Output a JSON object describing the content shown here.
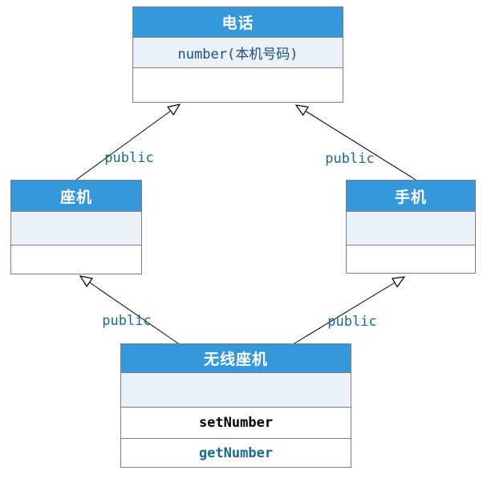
{
  "diagram": {
    "type": "uml-class-diagram",
    "colors": {
      "header_fill": "#3498db",
      "header_text": "#ffffff",
      "attribute_row_fill": "#eaf1f8",
      "method_row_fill": "#ffffff",
      "box_border": "#7f7f7f",
      "attribute_text": "#1f4e79",
      "method_text": "#000000",
      "secondary_method_text": "#1a6a8e",
      "relationship_label_text": "#1a6a8e",
      "edge_line": "#000000",
      "background": "#ffffff"
    },
    "classes": [
      {
        "name": "电话",
        "attributes": [
          "number(本机号码)"
        ],
        "methods": []
      },
      {
        "name": "座机",
        "attributes": [],
        "methods": []
      },
      {
        "name": "手机",
        "attributes": [],
        "methods": []
      },
      {
        "name": "无线座机",
        "attributes": [],
        "methods": [
          "setNumber",
          "getNumber"
        ]
      }
    ],
    "relationships": [
      {
        "from": "座机",
        "to": "电话",
        "type": "generalization",
        "label": "public"
      },
      {
        "from": "手机",
        "to": "电话",
        "type": "generalization",
        "label": "public"
      },
      {
        "from": "无线座机",
        "to": "座机",
        "type": "generalization",
        "label": "public"
      },
      {
        "from": "无线座机",
        "to": "手机",
        "type": "generalization",
        "label": "public"
      }
    ]
  }
}
